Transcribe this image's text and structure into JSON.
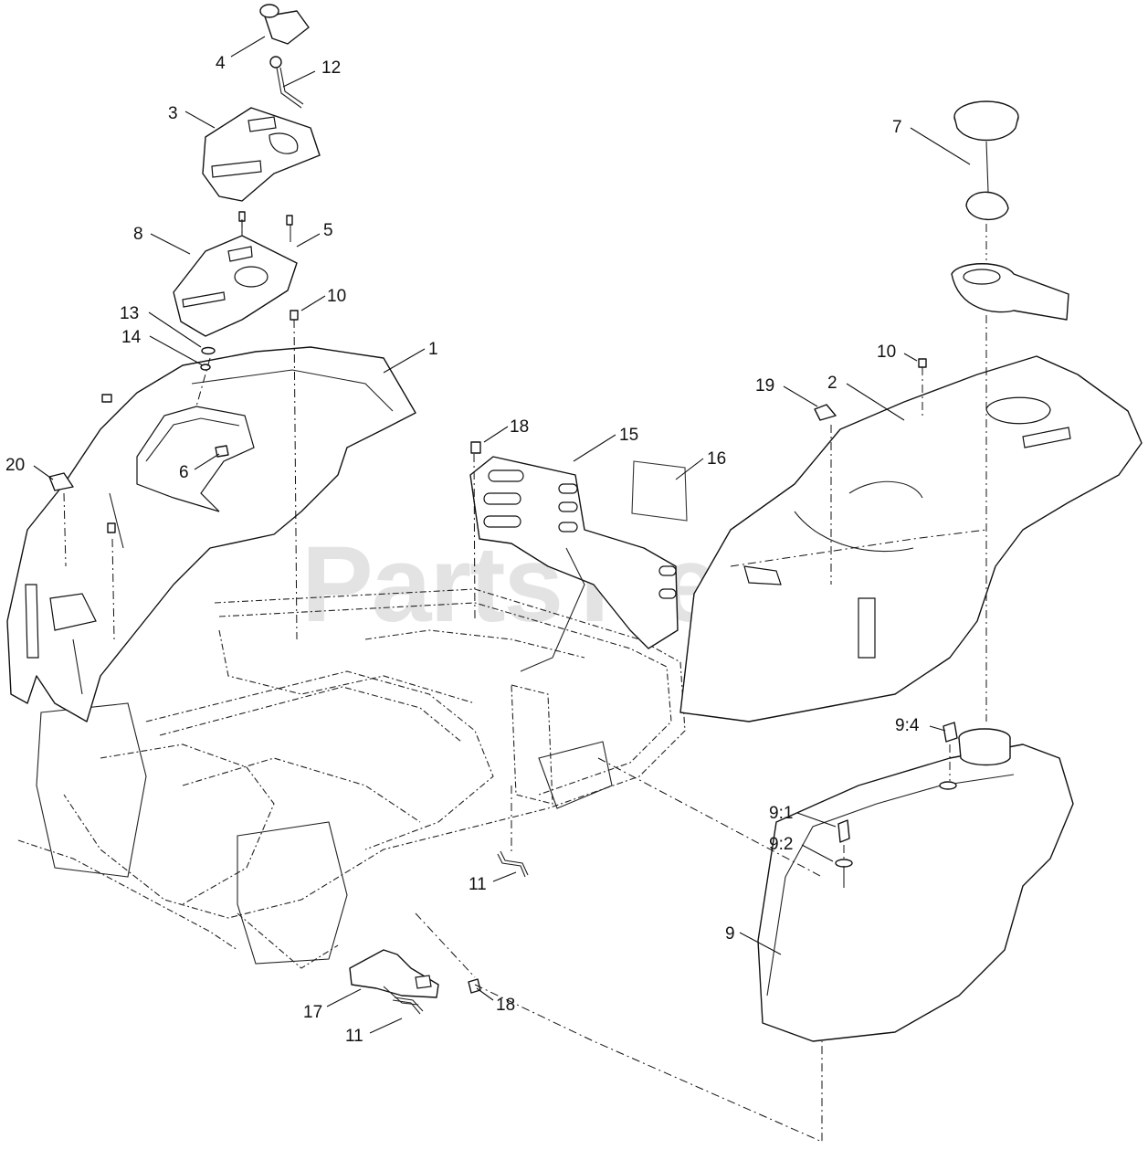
{
  "watermark": {
    "text": "PartsTree",
    "trademark": "™"
  },
  "callouts": [
    "4",
    "12",
    "3",
    "7",
    "8",
    "5",
    "10",
    "13",
    "14",
    "1",
    "10",
    "19",
    "2",
    "18",
    "15",
    "16",
    "20",
    "6",
    "9:4",
    "9:1",
    "9:2",
    "11",
    "9",
    "17",
    "18",
    "11"
  ]
}
